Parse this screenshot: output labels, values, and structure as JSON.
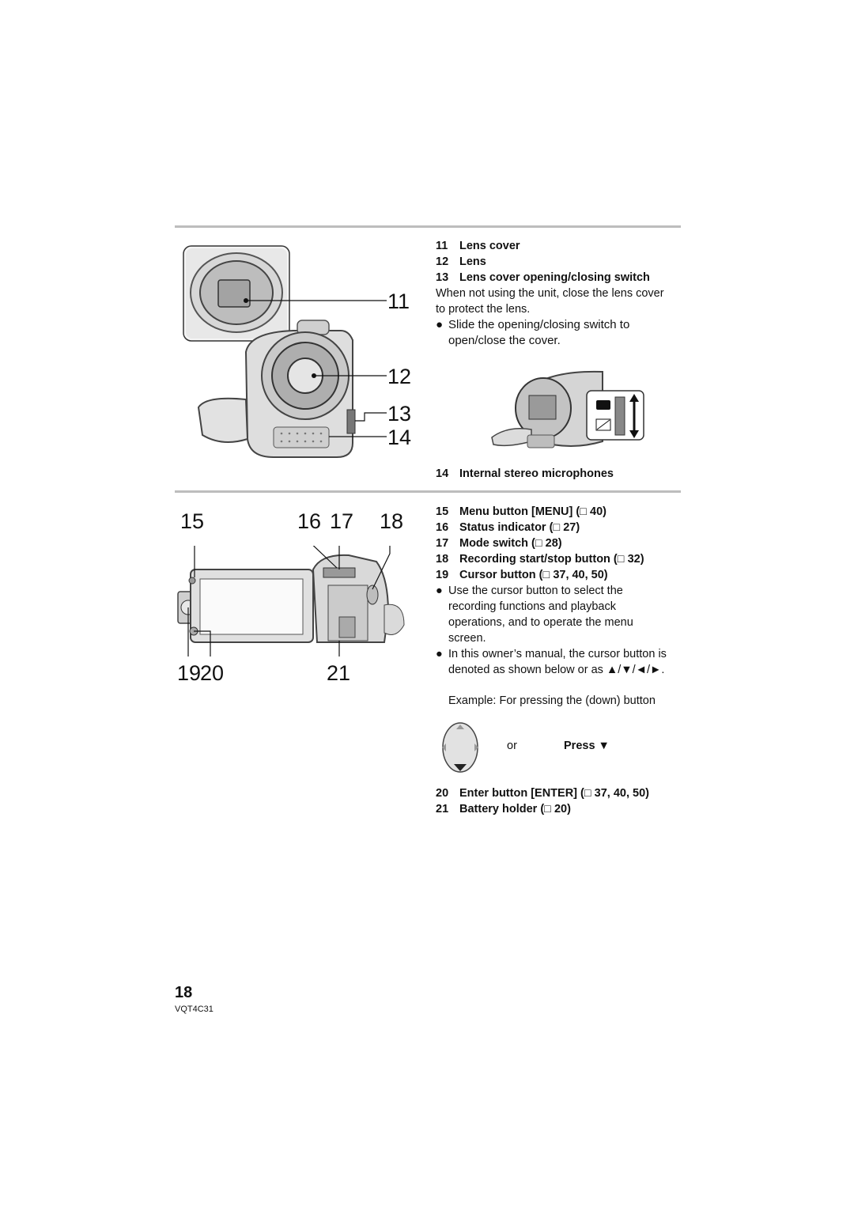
{
  "section1": {
    "items": [
      {
        "num": "11",
        "label": "Lens cover"
      },
      {
        "num": "12",
        "label": "Lens"
      },
      {
        "num": "13",
        "label": "Lens cover opening/closing switch"
      }
    ],
    "desc": "When not using the unit, close the lens cover to protect the lens.",
    "bullet": "Slide the opening/closing switch to open/close the cover.",
    "item14": {
      "num": "14",
      "label": "Internal stereo microphones"
    }
  },
  "callouts_top": [
    "11",
    "12",
    "13",
    "14"
  ],
  "callouts_bottom": [
    "15",
    "16",
    "17",
    "18",
    "19",
    "20",
    "21"
  ],
  "section2": {
    "items": [
      {
        "num": "15",
        "label": "Menu button [MENU] (",
        "ref": "40)"
      },
      {
        "num": "16",
        "label": "Status indicator (",
        "ref": "27)"
      },
      {
        "num": "17",
        "label": "Mode switch (",
        "ref": "28)"
      },
      {
        "num": "18",
        "label": "Recording start/stop button (",
        "ref": "32)"
      },
      {
        "num": "19",
        "label": "Cursor button (",
        "ref": "37, 40, 50)"
      }
    ],
    "bullet1": "Use the cursor button to select the recording functions and playback operations, and to operate the menu screen.",
    "bullet2": "In this owner’s manual, the cursor button is denoted as shown below or as ▲/▼/◄/►.",
    "example": "Example: For pressing the (down) button",
    "or_label": "or",
    "press_label": "Press ▼",
    "items2": [
      {
        "num": "20",
        "label": "Enter button [ENTER] (",
        "ref": "37, 40, 50)"
      },
      {
        "num": "21",
        "label": "Battery holder (",
        "ref": "20)"
      }
    ]
  },
  "footer": {
    "page": "18",
    "code": "VQT4C31"
  }
}
